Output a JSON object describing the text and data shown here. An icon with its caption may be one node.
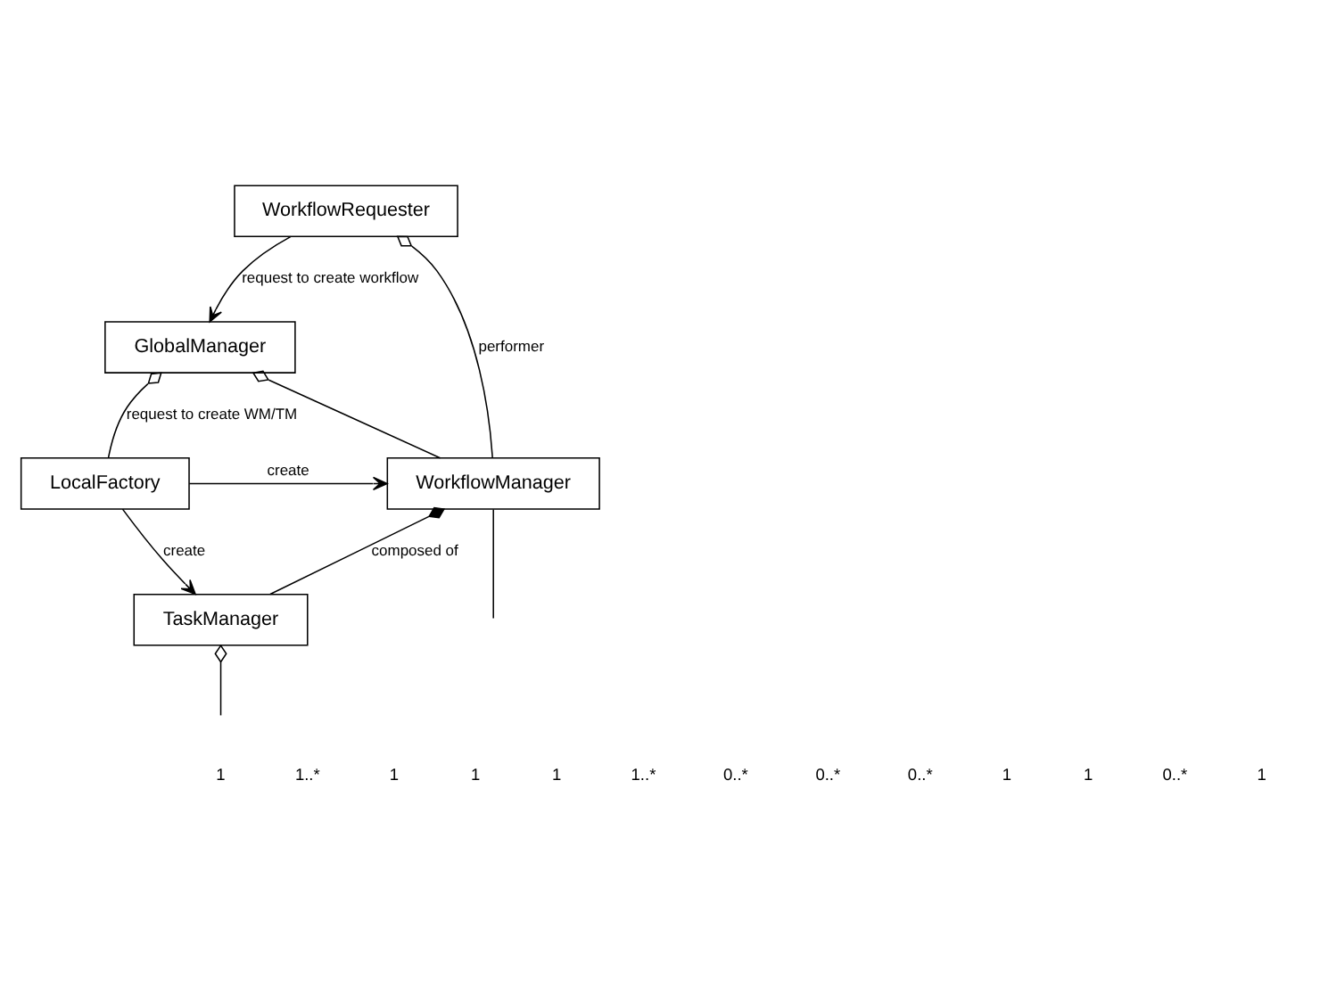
{
  "diagram": {
    "nodes": [
      {
        "text": [
          "WorkflowRequester"
        ]
      },
      {
        "text": [
          "GlobalManager"
        ]
      },
      {
        "text": [
          "LocalFactory"
        ]
      },
      {
        "text": [
          "WorkflowManager"
        ]
      },
      {
        "text": [
          "TaskManager"
        ]
      }
    ],
    "edges": [
      {
        "from": 0,
        "to": 1,
        "arrow": "to",
        "label": "request to create workflow"
      },
      {
        "from": 0,
        "to": 3,
        "arrow": "other",
        "label": "performer"
      },
      {
        "from": 1,
        "to": 3,
        "arrow": "other"
      },
      {
        "from": 1,
        "to": 2,
        "arrow": "other",
        "label": "request to create WM/TM"
      },
      {
        "from": 2,
        "to": 3,
        "arrow": "to",
        "label": "create"
      },
      {
        "from": 3,
        "to": 4,
        "arrow": "other",
        "label": "composed of"
      },
      {
        "from": 2,
        "to": 4,
        "arrow": "to",
        "label": "create"
      },
      {
        "from": 3,
        "to": null,
        "arrow": "none"
      },
      {
        "from": 4,
        "to": null,
        "arrow": "other"
      }
    ],
    "labels": [
      "1",
      "1..*",
      "1",
      "1",
      "1",
      "1..*",
      "0..*",
      "0..*",
      "0..*",
      "1",
      "1",
      "0..*",
      "1"
    ]
  }
}
